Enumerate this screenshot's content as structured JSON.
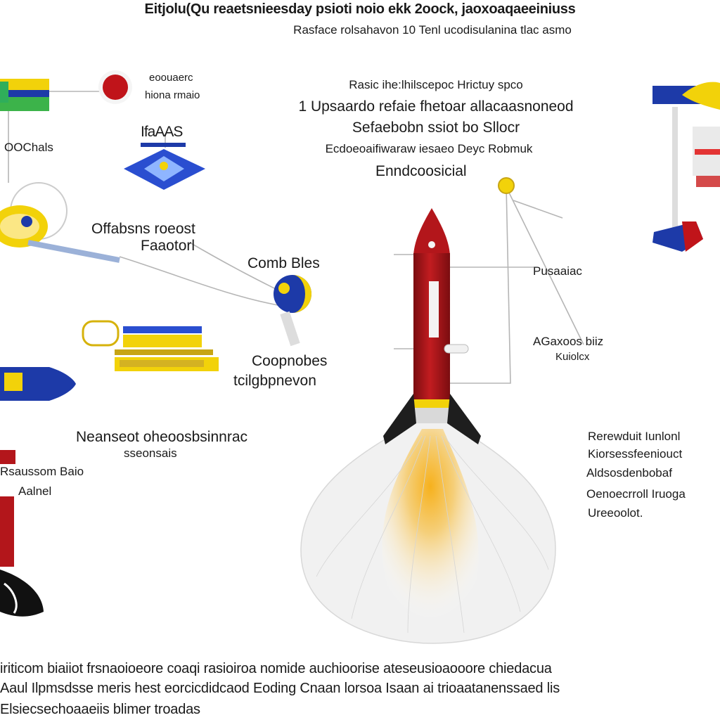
{
  "header": {
    "title": "Eitjolu(Qu reaetsnieesday psioti noio ekk 2oock, jaoxoaqaeeiniuss",
    "subtitle": "Rasface rolsahavon 10 Tenl ucodisulanina tlac asmo"
  },
  "center_caption": {
    "lines": [
      "Rasic ihe:lhilscepoc Hrictuy spco",
      "1 Upsaardo refaie fhetoar allacaasnoneod",
      "Sefaebobn ssiot bo Sllocr",
      "Ecdoeoaifiwaraw iesaeo Deyc Robmuk",
      "Enndcoosicial"
    ]
  },
  "labels": {
    "top_left_a": "eoouaerc",
    "top_left_b": "hiona rmaio",
    "badge_text": "IfaAAS",
    "side_left": "OOChals",
    "filter_a": "Offabsns roeost",
    "filter_b": "Faaotorl",
    "combo": "Comb Bles",
    "component_a": "Coopnobes",
    "component_b": "tcilgbpnevon",
    "gauge_right": "Pusaaiac",
    "antenna_a": "AGaxoos biiz",
    "antenna_b": "Kuiolcx",
    "left_mid_a": "Neanseot oheoosbsinnrac",
    "left_mid_b": "sseonsais",
    "left_low_a": "Rsaussom Baio",
    "left_low_b": "Aalnel",
    "right_a": "Rerewduit Iunlonl",
    "right_b": "Kiorsessfeeniouct",
    "right_c": "Aldsosdenbobaf",
    "right_d": "Oenoecrroll Iruoga",
    "right_e": "Ureeoolot."
  },
  "footer": {
    "lines": [
      "iriticom biaiiot frsnaoioeore coaqi rasioiroa nomide auchioorise ateseusioaooore chiedacua",
      "Aaul Ilpmsdsse meris hest eorcicdidcaod Eoding Cnaan lorsoa Isaan ai trioaatanenssaed lis",
      "Elsiecsechoaaeiis blimer troadas"
    ]
  },
  "colors": {
    "rocket_red": "#b3161b",
    "rocket_dark": "#1e1e1e",
    "accent_yellow": "#f2d20a",
    "accent_blue": "#1d3aa8",
    "flame_orange": "#f3a62a"
  }
}
